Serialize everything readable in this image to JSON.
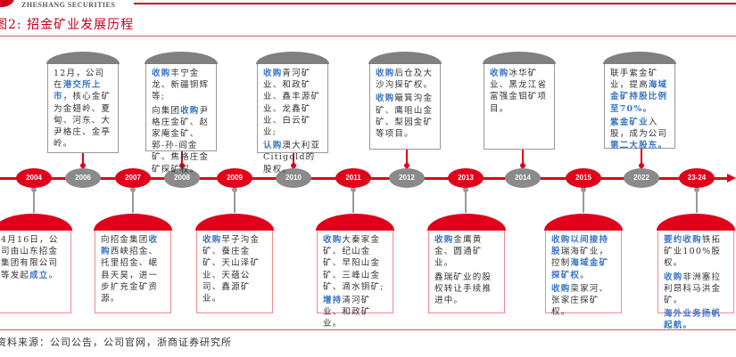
{
  "header": {
    "logo_text": "ZHESHANG SECURITIES",
    "title": "图2:  招金矿业发展历程"
  },
  "colors": {
    "accent": "#e0001b",
    "highlight": "#3a75c4",
    "gray": "#8a8a8a"
  },
  "years": [
    {
      "label": "2004",
      "color": "red"
    },
    {
      "label": "2006",
      "color": "gray"
    },
    {
      "label": "2007",
      "color": "red"
    },
    {
      "label": "2008",
      "color": "gray"
    },
    {
      "label": "2009",
      "color": "red"
    },
    {
      "label": "2010",
      "color": "gray"
    },
    {
      "label": "2011",
      "color": "red"
    },
    {
      "label": "2012",
      "color": "gray"
    },
    {
      "label": "2013",
      "color": "red"
    },
    {
      "label": "2014",
      "color": "gray"
    },
    {
      "label": "2015",
      "color": "red"
    },
    {
      "label": "2022",
      "color": "gray"
    },
    {
      "label": "23-24",
      "color": "red"
    }
  ],
  "cards": [
    {
      "year": "2004",
      "paras": [
        [
          {
            "t": "4月16日，公司由山东招金集团有限公司等发起"
          },
          {
            "t": "成立",
            "hl": true
          },
          {
            "t": "。"
          }
        ]
      ]
    },
    {
      "year": "2006",
      "paras": [
        [
          {
            "t": "12月，公司在"
          },
          {
            "t": "港交所上市",
            "hl": true
          },
          {
            "t": "，核心金矿为金翅岭、夏甸、河东、大尹格庄、金亭岭。"
          }
        ]
      ]
    },
    {
      "year": "2007",
      "paras": [
        [
          {
            "t": "向招金集团"
          },
          {
            "t": "收购",
            "hl": true
          },
          {
            "t": "西峡招金、托里招金、岷县天昊，进一步扩充金矿资源。"
          }
        ]
      ]
    },
    {
      "year": "2008",
      "paras": [
        [
          {
            "t": "收购",
            "hl": true
          },
          {
            "t": "丰宁金龙、新疆铜辉等;"
          }
        ],
        [
          {
            "t": "向集团"
          },
          {
            "t": "收购",
            "hl": true
          },
          {
            "t": "尹格庄金矿、赵家庵金矿、郭-孙-阎金矿、焦格庄金矿探矿权。"
          }
        ]
      ]
    },
    {
      "year": "2009",
      "paras": [
        [
          {
            "t": "收购",
            "hl": true
          },
          {
            "t": "早子沟金矿、蚕庄金矿、天山泽矿业、天蕴公司、鑫源矿业。"
          }
        ]
      ]
    },
    {
      "year": "2010",
      "paras": [
        [
          {
            "t": "收购",
            "hl": true
          },
          {
            "t": "青河矿业、和政矿业、鑫丰源矿业、龙鑫矿业、白云矿业;"
          }
        ],
        [
          {
            "t": "认购",
            "hl": true
          },
          {
            "t": "澳大利亚Citigold的股权。"
          }
        ]
      ]
    },
    {
      "year": "2011",
      "paras": [
        [
          {
            "t": "收购",
            "hl": true
          },
          {
            "t": "大秦家金矿、纪山金矿、早阳山金矿、三峰山金矿、滴水铜矿;"
          }
        ],
        [
          {
            "t": "增持",
            "hl": true
          },
          {
            "t": "清河矿业、和政矿业。"
          }
        ]
      ]
    },
    {
      "year": "2012",
      "paras": [
        [
          {
            "t": "收购",
            "hl": true
          },
          {
            "t": "后仓及大沙沟探矿权。"
          }
        ],
        [
          {
            "t": "收购",
            "hl": true
          },
          {
            "t": "簸箕沟金矿、鹰咀山金矿、梨园金矿等项目。"
          }
        ]
      ]
    },
    {
      "year": "2013",
      "paras": [
        [
          {
            "t": "收购",
            "hl": true
          },
          {
            "t": "金鹰黄金、圆通矿业。"
          }
        ],
        [
          {
            "t": "鑫瑞矿业的股权转让手续推进中。"
          }
        ]
      ]
    },
    {
      "year": "2014",
      "paras": [
        [
          {
            "t": "收购",
            "hl": true
          },
          {
            "t": "冰华矿业、黑龙江省富强金钼矿项目。"
          }
        ]
      ]
    },
    {
      "year": "2015",
      "paras": [
        [
          {
            "t": "收购以间接持股",
            "hl": true
          },
          {
            "t": "瑞海矿业，控制"
          },
          {
            "t": "海域金矿探矿权",
            "hl": true
          },
          {
            "t": "。"
          }
        ],
        [
          {
            "t": "收购",
            "hl": true
          },
          {
            "t": "栾家河、张家庄探矿权。"
          }
        ]
      ]
    },
    {
      "year": "2022",
      "paras": [
        [
          {
            "t": "联手紫金矿业，提高"
          },
          {
            "t": "海域金矿持股比例至70%。",
            "hl": true
          }
        ],
        [
          {
            "t": "紫金矿业",
            "hl": true
          },
          {
            "t": "入股，成为公司"
          },
          {
            "t": "第二大股东。",
            "hl": true
          }
        ]
      ]
    },
    {
      "year": "23-24",
      "paras": [
        [
          {
            "t": "要约收购",
            "hl": true
          },
          {
            "t": "铁拓矿业100%股权。"
          }
        ],
        [
          {
            "t": "收购",
            "hl": true
          },
          {
            "t": "非洲塞拉利昂科马洪金矿。"
          }
        ],
        [
          {
            "t": "海外业务扬帆起航。",
            "hl": true
          }
        ]
      ]
    }
  ],
  "footer": {
    "source": "资料来源：公司公告，公司官网，浙商证券研究所"
  }
}
